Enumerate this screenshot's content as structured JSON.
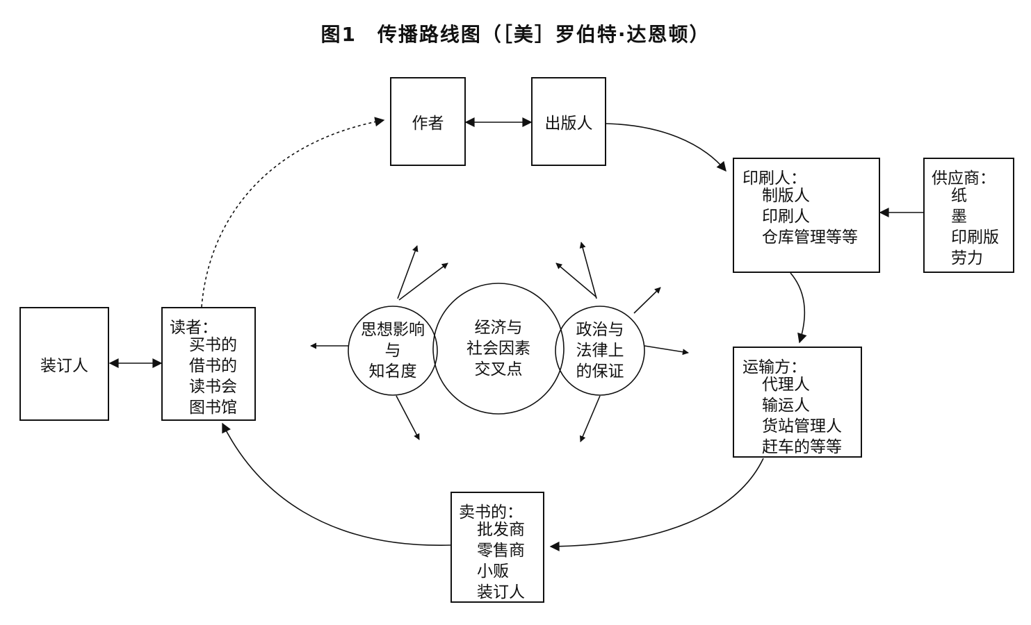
{
  "title": "图1　传播路线图（［美］罗伯特·达恩顿）",
  "nodes": {
    "author": {
      "label": "作者"
    },
    "publisher": {
      "label": "出版人"
    },
    "printer": {
      "header": "印刷人：",
      "items": [
        "制版人",
        "印刷人",
        "仓库管理等等"
      ]
    },
    "supplier": {
      "header": "供应商：",
      "items": [
        "纸",
        "墨",
        "印刷版",
        "劳力"
      ]
    },
    "shipper": {
      "header": "运输方：",
      "items": [
        "代理人",
        "输运人",
        "货站管理人",
        "赶车的等等"
      ]
    },
    "bookseller": {
      "header": "卖书的：",
      "items": [
        "批发商",
        "零售商",
        "小贩",
        "装订人"
      ]
    },
    "reader": {
      "header": "读者：",
      "items": [
        "买书的",
        "借书的",
        "读书会",
        "图书馆"
      ]
    },
    "binder": {
      "label": "装订人"
    }
  },
  "center": {
    "left": [
      "思想影响",
      "与",
      "知名度"
    ],
    "middle": [
      "经济与",
      "社会因素",
      "交叉点"
    ],
    "right": [
      "政治与",
      "法律上",
      "的保证"
    ]
  }
}
